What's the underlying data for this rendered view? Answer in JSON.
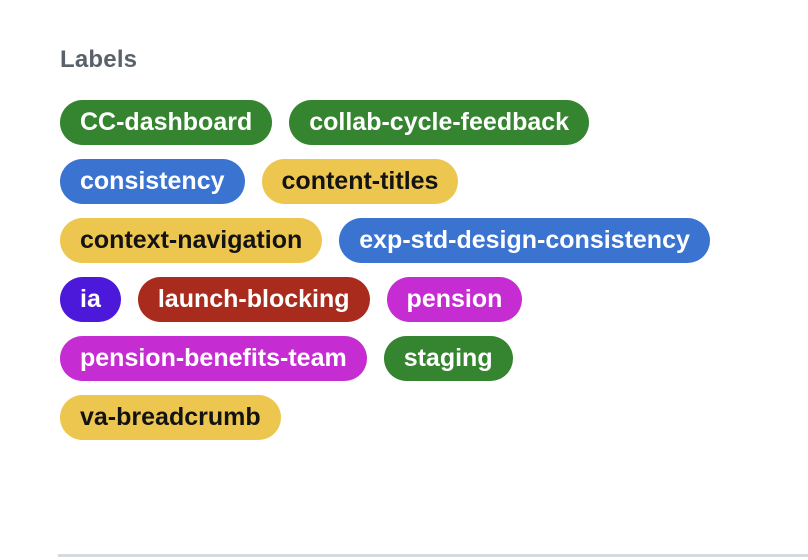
{
  "section": {
    "heading": "Labels"
  },
  "labels": [
    {
      "name": "CC-dashboard",
      "bg": "#35842f",
      "fg": "#ffffff"
    },
    {
      "name": "collab-cycle-feedback",
      "bg": "#35842f",
      "fg": "#ffffff"
    },
    {
      "name": "consistency",
      "bg": "#3b73d1",
      "fg": "#ffffff"
    },
    {
      "name": "content-titles",
      "bg": "#ecc64f",
      "fg": "#131313"
    },
    {
      "name": "context-navigation",
      "bg": "#ecc64f",
      "fg": "#131313"
    },
    {
      "name": "exp-std-design-consistency",
      "bg": "#3b73d1",
      "fg": "#ffffff"
    },
    {
      "name": "ia",
      "bg": "#4c18d9",
      "fg": "#ffffff"
    },
    {
      "name": "launch-blocking",
      "bg": "#a82b1d",
      "fg": "#ffffff"
    },
    {
      "name": "pension",
      "bg": "#c52dd3",
      "fg": "#ffffff"
    },
    {
      "name": "pension-benefits-team",
      "bg": "#c52dd3",
      "fg": "#ffffff"
    },
    {
      "name": "staging",
      "bg": "#35842f",
      "fg": "#ffffff"
    },
    {
      "name": "va-breadcrumb",
      "bg": "#ecc64f",
      "fg": "#131313"
    }
  ],
  "colors": {
    "heading_text": "#59626b",
    "divider": "#d4dadf",
    "background": "#ffffff"
  }
}
